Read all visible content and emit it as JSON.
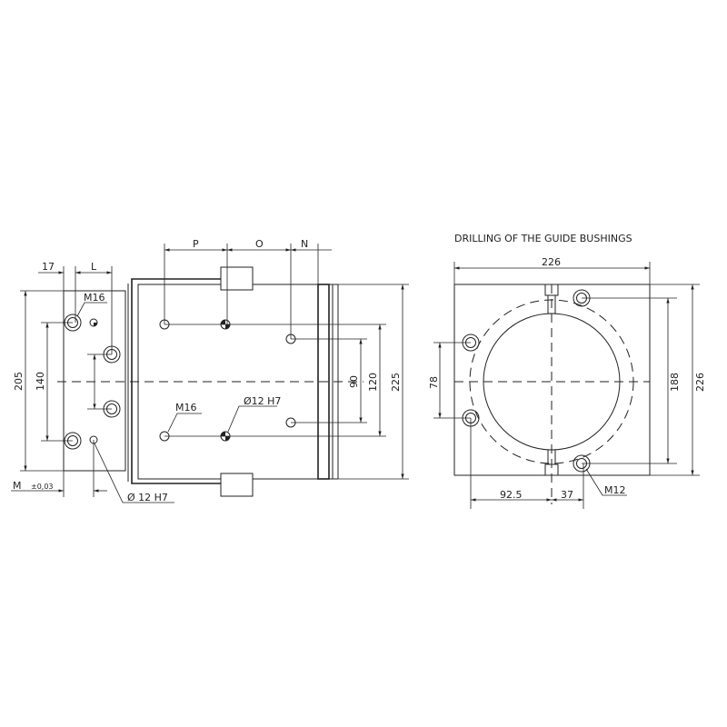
{
  "side_view": {
    "dim_17": "17",
    "dim_L": "L",
    "dim_P": "P",
    "dim_O": "O",
    "dim_N": "N",
    "dim_205": "205",
    "dim_140": "140",
    "dim_90": "90",
    "dim_120": "120",
    "dim_225": "225",
    "label_M16_plate": "M16",
    "label_M16_body": "M16",
    "label_d12_body": "Ø12 H7",
    "label_d12_plate": "Ø 12 H7",
    "label_M": "M",
    "label_tol": "±0,03"
  },
  "bushing_view": {
    "title": "DRILLING OF THE GUIDE BUSHINGS",
    "dim_width": "226",
    "dim_height": "226",
    "dim_188": "188",
    "dim_78": "78",
    "dim_92_5": "92.5",
    "dim_37": "37",
    "label_M12": "M12"
  }
}
